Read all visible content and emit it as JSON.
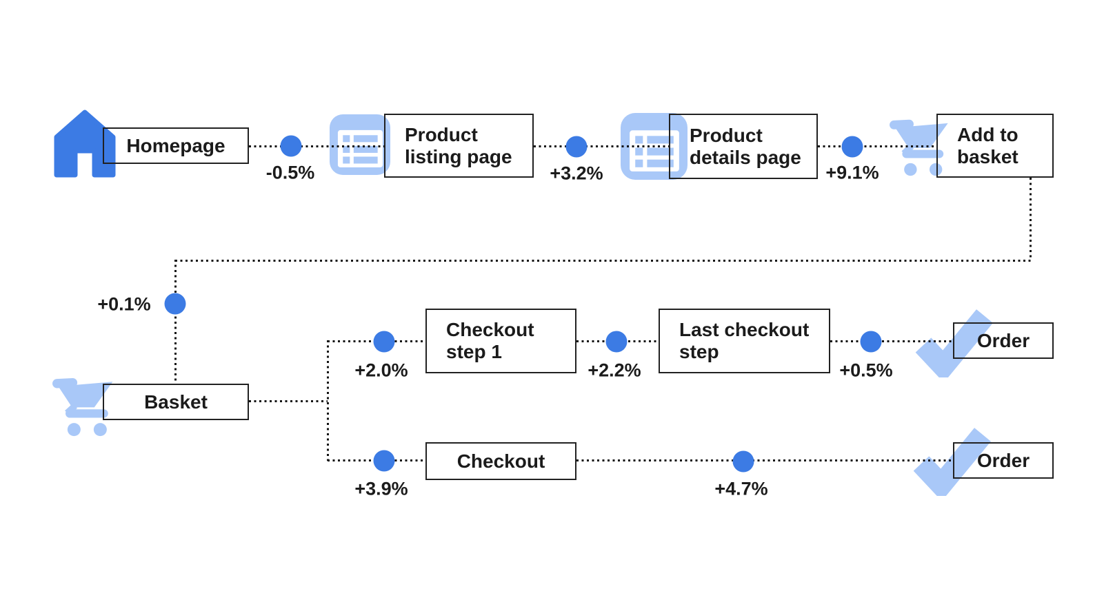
{
  "colors": {
    "accent": "#3C7BE4",
    "accent_light": "#A9C8F8",
    "line": "#141414",
    "node_border": "#212121",
    "text": "#1B1B1B",
    "background": "#FFFFFF"
  },
  "nodes": {
    "homepage": {
      "label": "Homepage",
      "icon": "home-icon"
    },
    "product_listing": {
      "line1": "Product",
      "line2": "listing page",
      "icon": "list-icon"
    },
    "product_details": {
      "line1": "Product",
      "line2": "details page",
      "icon": "list-icon"
    },
    "add_to_basket": {
      "line1": "Add to",
      "line2": "basket",
      "icon": "cart-icon"
    },
    "basket": {
      "label": "Basket",
      "icon": "cart-icon"
    },
    "checkout_step_1": {
      "line1": "Checkout",
      "line2": "step 1"
    },
    "last_checkout_step": {
      "line1": "Last checkout",
      "line2": "step"
    },
    "order_top": {
      "label": "Order",
      "icon": "check-icon"
    },
    "checkout": {
      "label": "Checkout"
    },
    "order_bottom": {
      "label": "Order",
      "icon": "check-icon"
    }
  },
  "deltas": {
    "homepage_to_product_listing": "-0.5%",
    "product_listing_to_product_details": "+3.2%",
    "product_details_to_add_to_basket": "+9.1%",
    "add_to_basket_to_basket": "+0.1%",
    "basket_to_checkout_step_1": "+2.0%",
    "checkout_step_1_to_last_checkout_step": "+2.2%",
    "last_checkout_step_to_order": "+0.5%",
    "basket_to_checkout": "+3.9%",
    "checkout_to_order": "+4.7%"
  }
}
